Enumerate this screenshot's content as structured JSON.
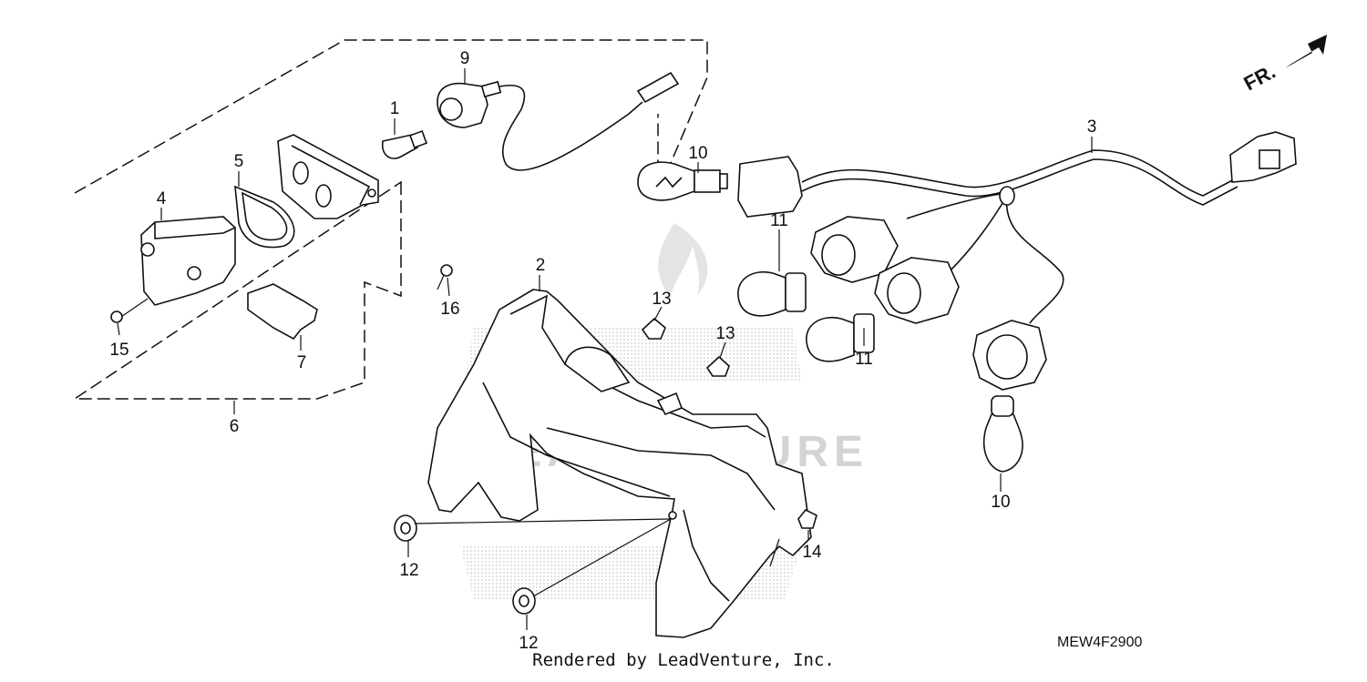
{
  "callouts": [
    {
      "id": "c1",
      "label": "1"
    },
    {
      "id": "c2",
      "label": "2"
    },
    {
      "id": "c3",
      "label": "3"
    },
    {
      "id": "c4",
      "label": "4"
    },
    {
      "id": "c5",
      "label": "5"
    },
    {
      "id": "c6",
      "label": "6"
    },
    {
      "id": "c7",
      "label": "7"
    },
    {
      "id": "c9",
      "label": "9"
    },
    {
      "id": "c10a",
      "label": "10"
    },
    {
      "id": "c10b",
      "label": "10"
    },
    {
      "id": "c11a",
      "label": "11"
    },
    {
      "id": "c11b",
      "label": "11"
    },
    {
      "id": "c12a",
      "label": "12"
    },
    {
      "id": "c12b",
      "label": "12"
    },
    {
      "id": "c13a",
      "label": "13"
    },
    {
      "id": "c13b",
      "label": "13"
    },
    {
      "id": "c14",
      "label": "14"
    },
    {
      "id": "c15",
      "label": "15"
    },
    {
      "id": "c16",
      "label": "16"
    }
  ],
  "direction_label": "FR.",
  "diagram_code": "MEW4F2900",
  "footer": "Rendered by LeadVenture, Inc.",
  "watermark": "LEADVENTURE"
}
